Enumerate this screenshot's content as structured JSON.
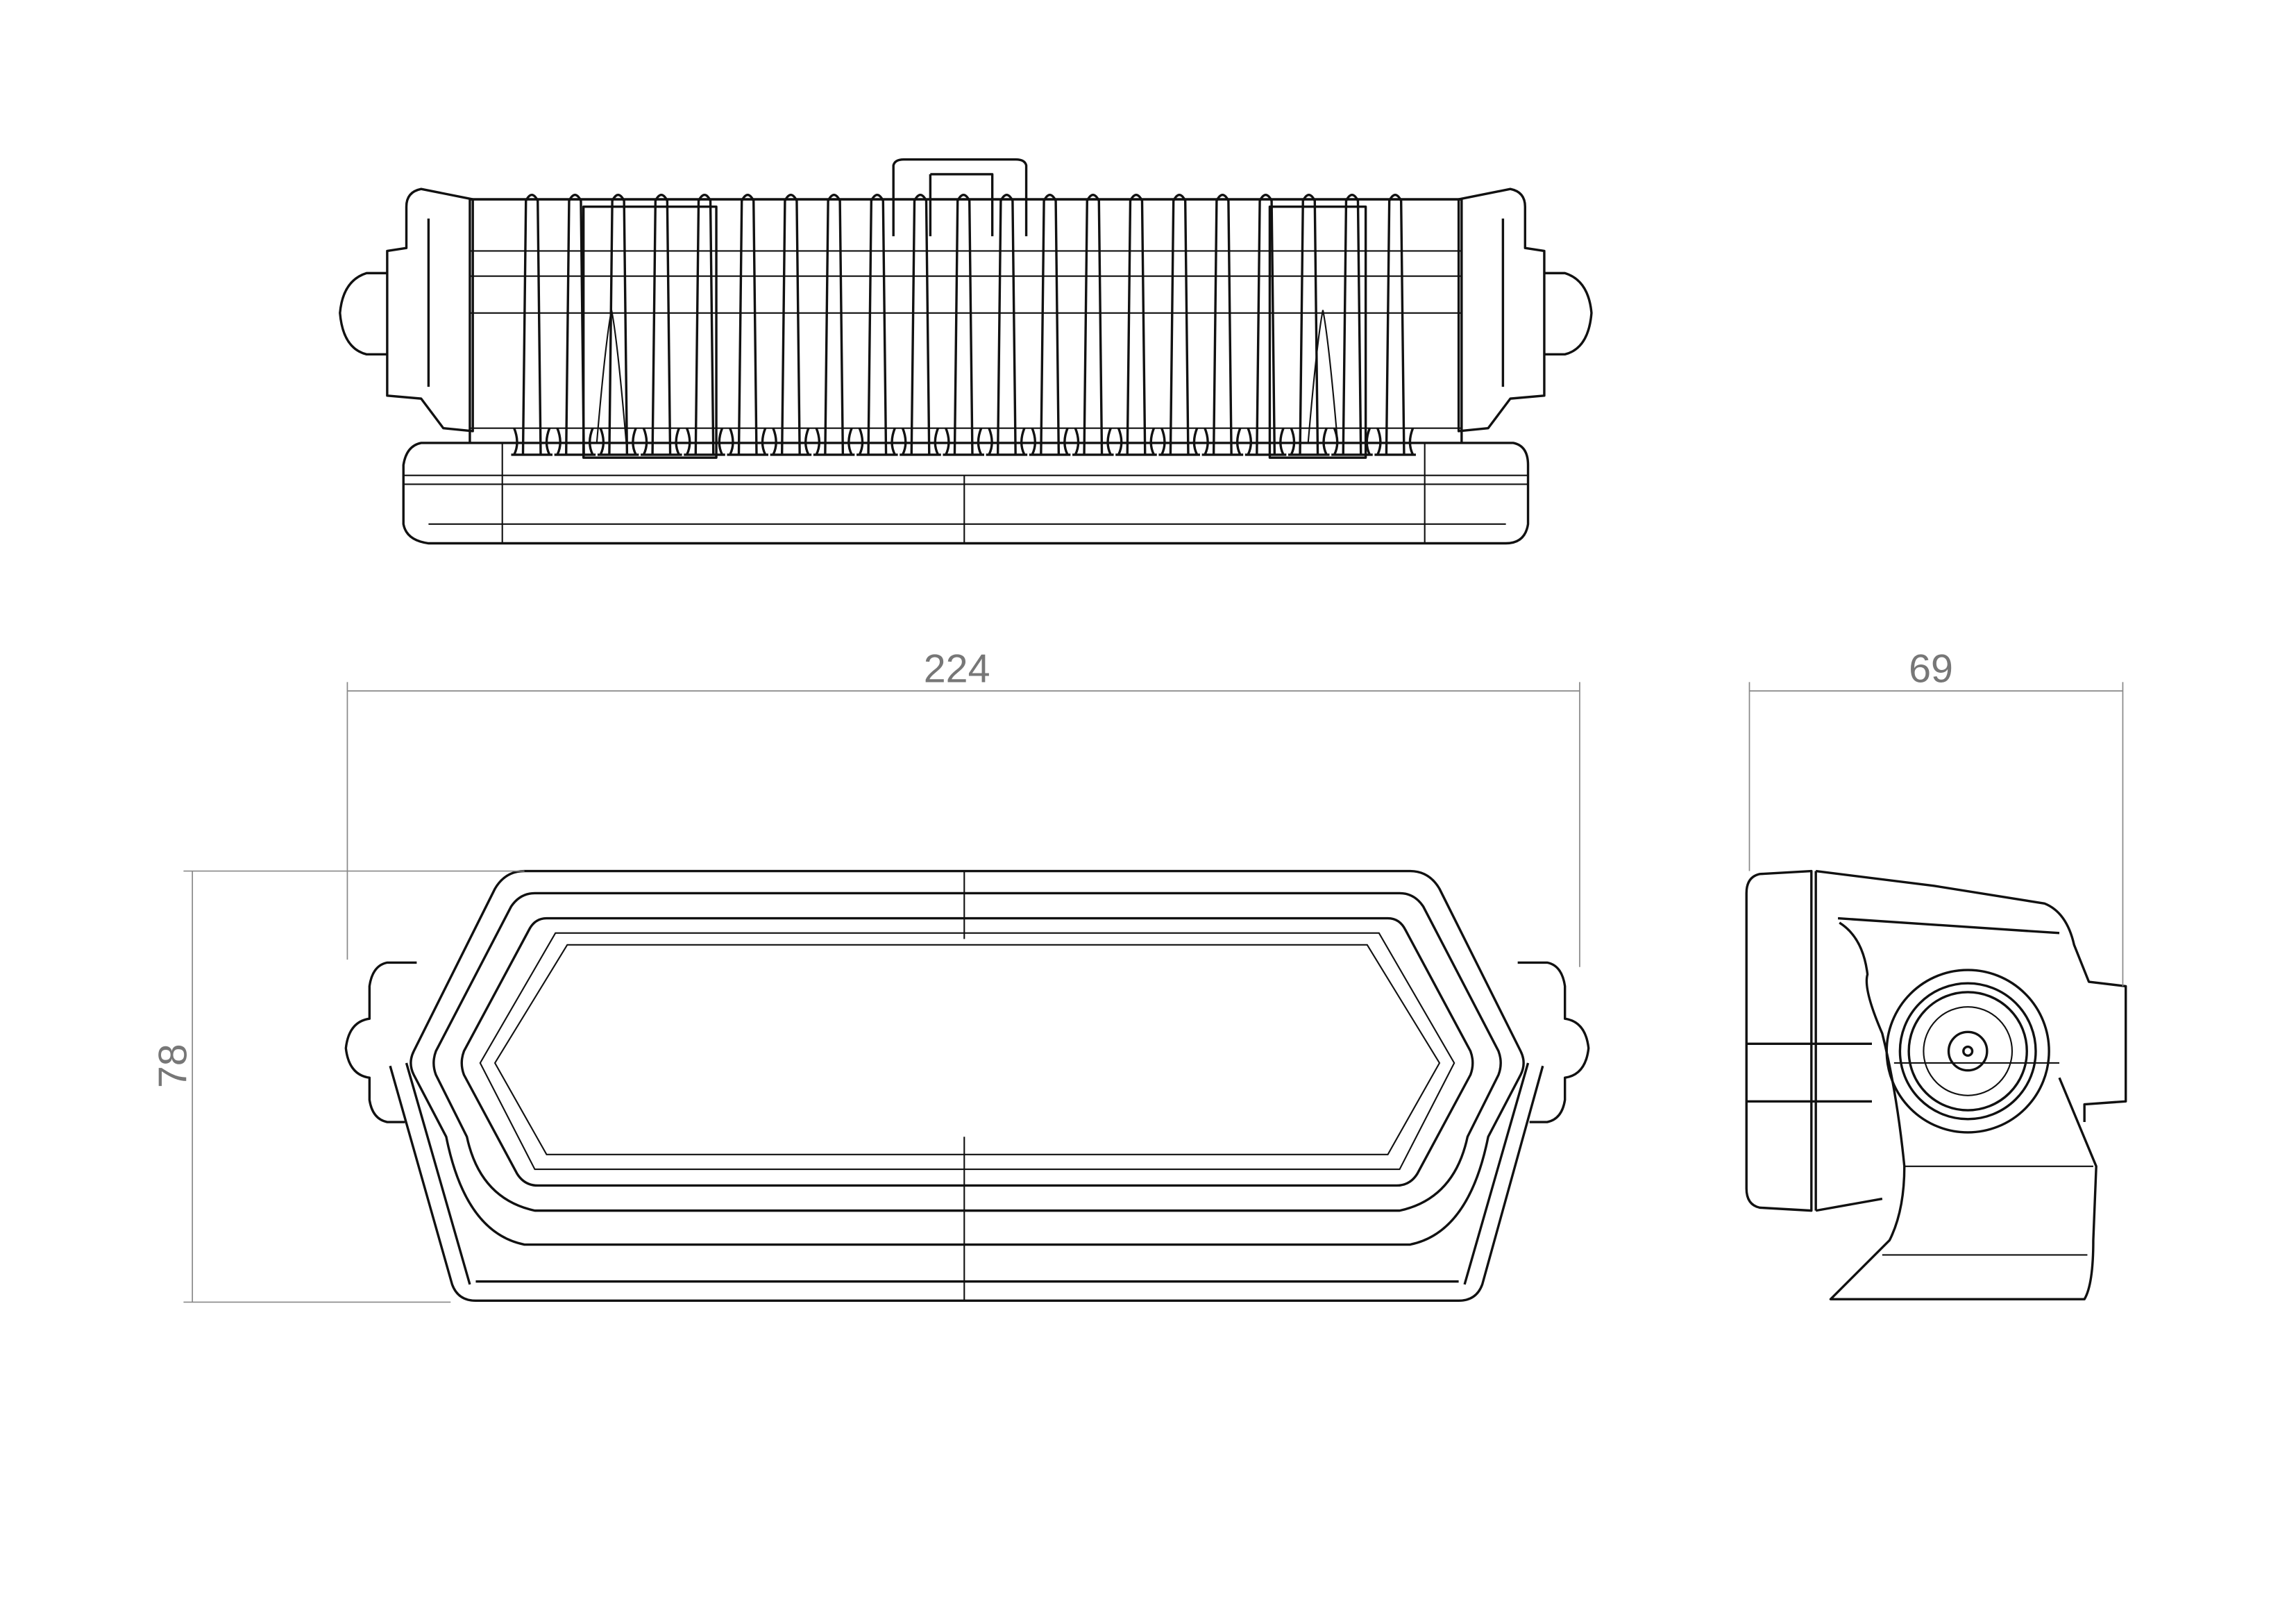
{
  "drawing": {
    "views": [
      "top-view",
      "front-view",
      "side-view"
    ],
    "dimensions": {
      "width": "224",
      "depth": "69",
      "height": "78"
    },
    "top_view": {
      "fin_count": 21
    },
    "colors": {
      "line": "#111111",
      "dimension": "#888888",
      "background": "#ffffff"
    }
  }
}
